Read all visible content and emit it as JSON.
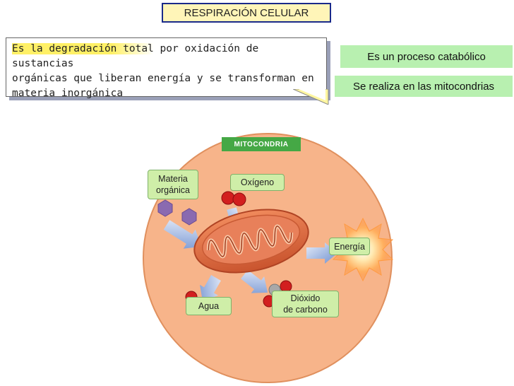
{
  "title": "RESPIRACIÓN CELULAR",
  "definition": {
    "highlight": "Es la degradación total",
    "rest_line1": " por oxidación de sustancias",
    "line2": "orgánicas que liberan energía y se transforman en",
    "line3": "materia inorgánica"
  },
  "facts": {
    "catabolic": "Es un proceso catabólico",
    "mitochondria": "Se realiza en las mitocondrias"
  },
  "diagram": {
    "header": "MITOCONDRIA",
    "organic_matter_line1": "Materia",
    "organic_matter_line2": "orgánica",
    "oxygen": "Oxígeno",
    "energy": "Energía",
    "water": "Agua",
    "co2_line1": "Dióxido",
    "co2_line2": "de carbono"
  },
  "colors": {
    "cell": "#f7b48a",
    "cell_border": "#e0905e",
    "mitochondrion": "#e0734a",
    "label_bg": "#cfeea8",
    "fact_bg": "#b8f0b0",
    "title_bg": "#fff5b8",
    "oxygen_atom": "#d21f1f",
    "carbon_atom": "#a8a8a8",
    "molecule": "#8a6ab0",
    "arrow": "#7f9fd6"
  }
}
